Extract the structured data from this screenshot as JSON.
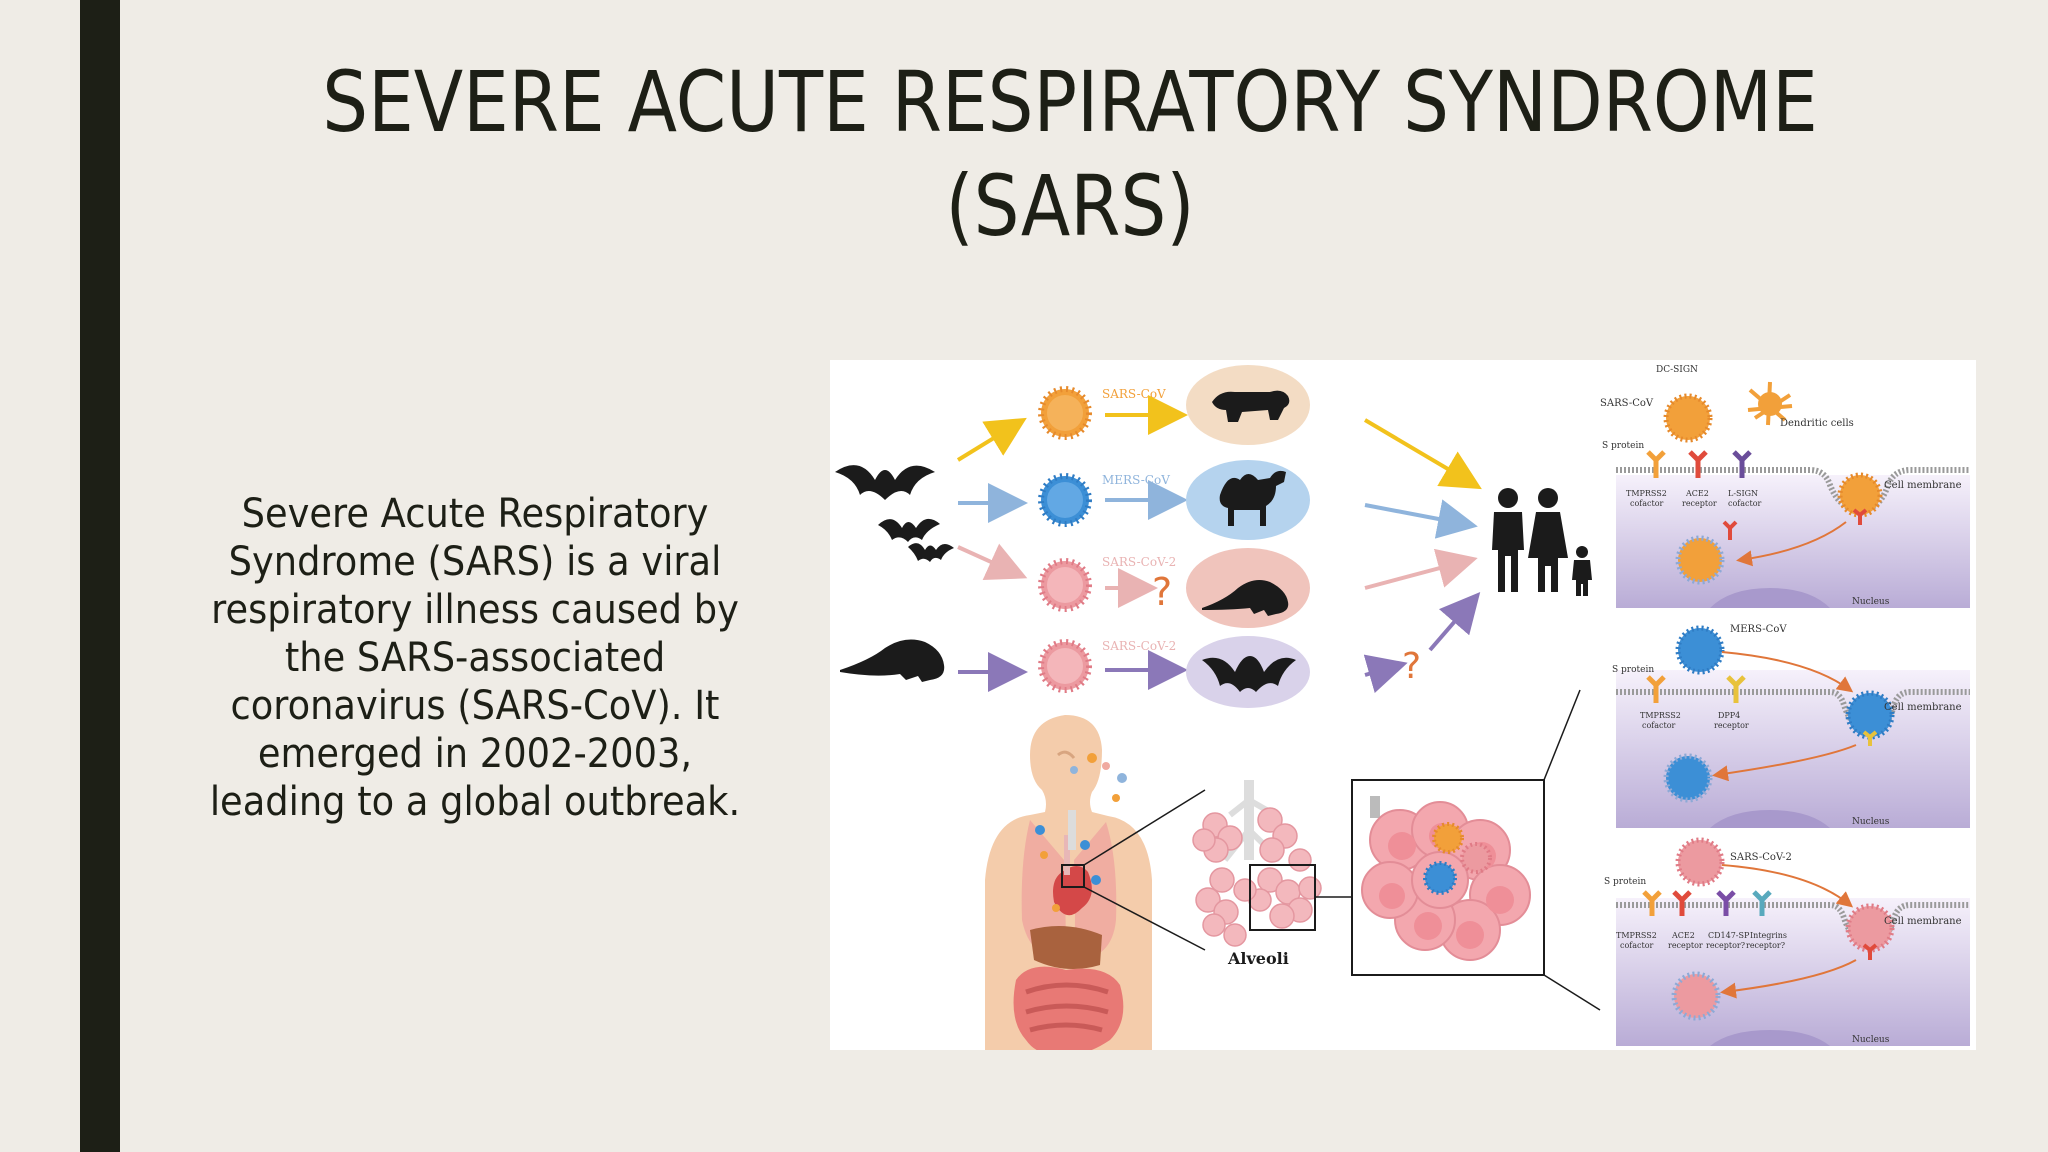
{
  "slide": {
    "title_line1": "SEVERE ACUTE RESPIRATORY SYNDROME",
    "title_line2": "(SARS)",
    "body": "Severe Acute Respiratory Syndrome (SARS) is a viral respiratory illness caused by the SARS-associated coronavirus (SARS-CoV). It emerged in 2002-2003, leading to a global outbreak."
  },
  "figure": {
    "transmission": {
      "virus_labels": [
        "SARS-CoV",
        "MERS-CoV",
        "SARS-CoV-2",
        "SARS-CoV-2"
      ],
      "question_mark": "?"
    },
    "alveoli_label": "Alveoli",
    "panel1": {
      "virus": "SARS-CoV",
      "dc_sign": "DC-SIGN",
      "dendritic": "Dendritic cells",
      "s_protein": "S protein",
      "r1": "TMPRSS2",
      "r1b": "cofactor",
      "r2": "ACE2",
      "r2b": "receptor",
      "r3": "L-SIGN",
      "r3b": "cofactor",
      "membrane": "Cell membrane",
      "nucleus": "Nucleus"
    },
    "panel2": {
      "virus": "MERS-CoV",
      "s_protein": "S protein",
      "r1": "TMPRSS2",
      "r1b": "cofactor",
      "r2": "DPP4",
      "r2b": "receptor",
      "membrane": "Cell membrane",
      "nucleus": "Nucleus"
    },
    "panel3": {
      "virus": "SARS-CoV-2",
      "s_protein": "S protein",
      "r1": "TMPRSS2",
      "r1b": "cofactor",
      "r2": "ACE2",
      "r2b": "receptor",
      "r3": "CD147-SP",
      "r3b": "receptor?",
      "r4": "Integrins",
      "r4b": "receptor?",
      "membrane": "Cell membrane",
      "nucleus": "Nucleus"
    },
    "colors": {
      "sars": "#f2a03a",
      "mers": "#3c8fd6",
      "sars2": "#e98e96",
      "arrow_yellow": "#f2c21c",
      "arrow_blue": "#8fb4dc",
      "arrow_pink": "#e9b3b3",
      "arrow_purple": "#8b78b8"
    }
  }
}
